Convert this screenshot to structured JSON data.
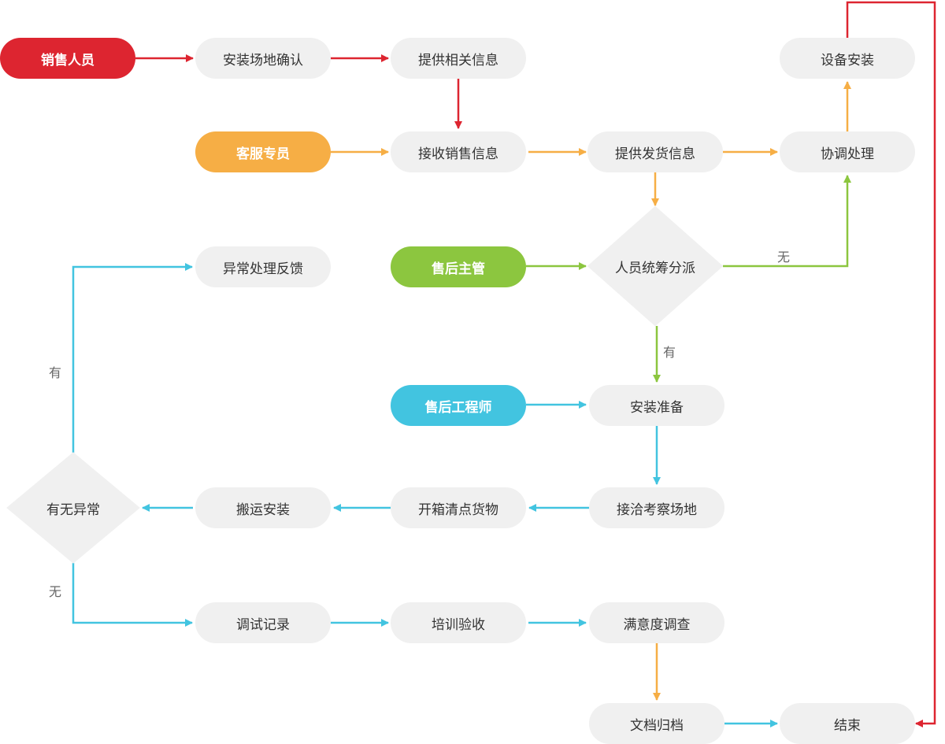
{
  "roles": {
    "sales": {
      "label": "销售人员",
      "color": "#dd2530"
    },
    "service": {
      "label": "客服专员",
      "color": "#f6ae45"
    },
    "supervisor": {
      "label": "售后主管",
      "color": "#8cc63f"
    },
    "engineer": {
      "label": "售后工程师",
      "color": "#42c4e0"
    }
  },
  "steps": {
    "site_confirm": "安装场地确认",
    "provide_info": "提供相关信息",
    "receive_sales_info": "接收销售信息",
    "provide_shipping_info": "提供发货信息",
    "coordinate": "协调处理",
    "device_install": "设备安装",
    "exception_feedback": "异常处理反馈",
    "install_prep": "安装准备",
    "site_survey": "接洽考察场地",
    "unpack_check": "开箱清点货物",
    "move_install": "搬运安装",
    "debug_record": "调试记录",
    "training_accept": "培训验收",
    "satisfaction_survey": "满意度调查",
    "archive": "文档归档",
    "end": "结束"
  },
  "decisions": {
    "assign": "人员统筹分派",
    "exception_check": "有无异常"
  },
  "edge_labels": {
    "assign_no": "无",
    "assign_yes": "有",
    "exception_yes": "有",
    "exception_no": "无"
  },
  "colors": {
    "node_bg": "#f0f0f0",
    "red": "#dd2530",
    "orange": "#f6ae45",
    "green": "#8cc63f",
    "cyan": "#42c4e0"
  }
}
